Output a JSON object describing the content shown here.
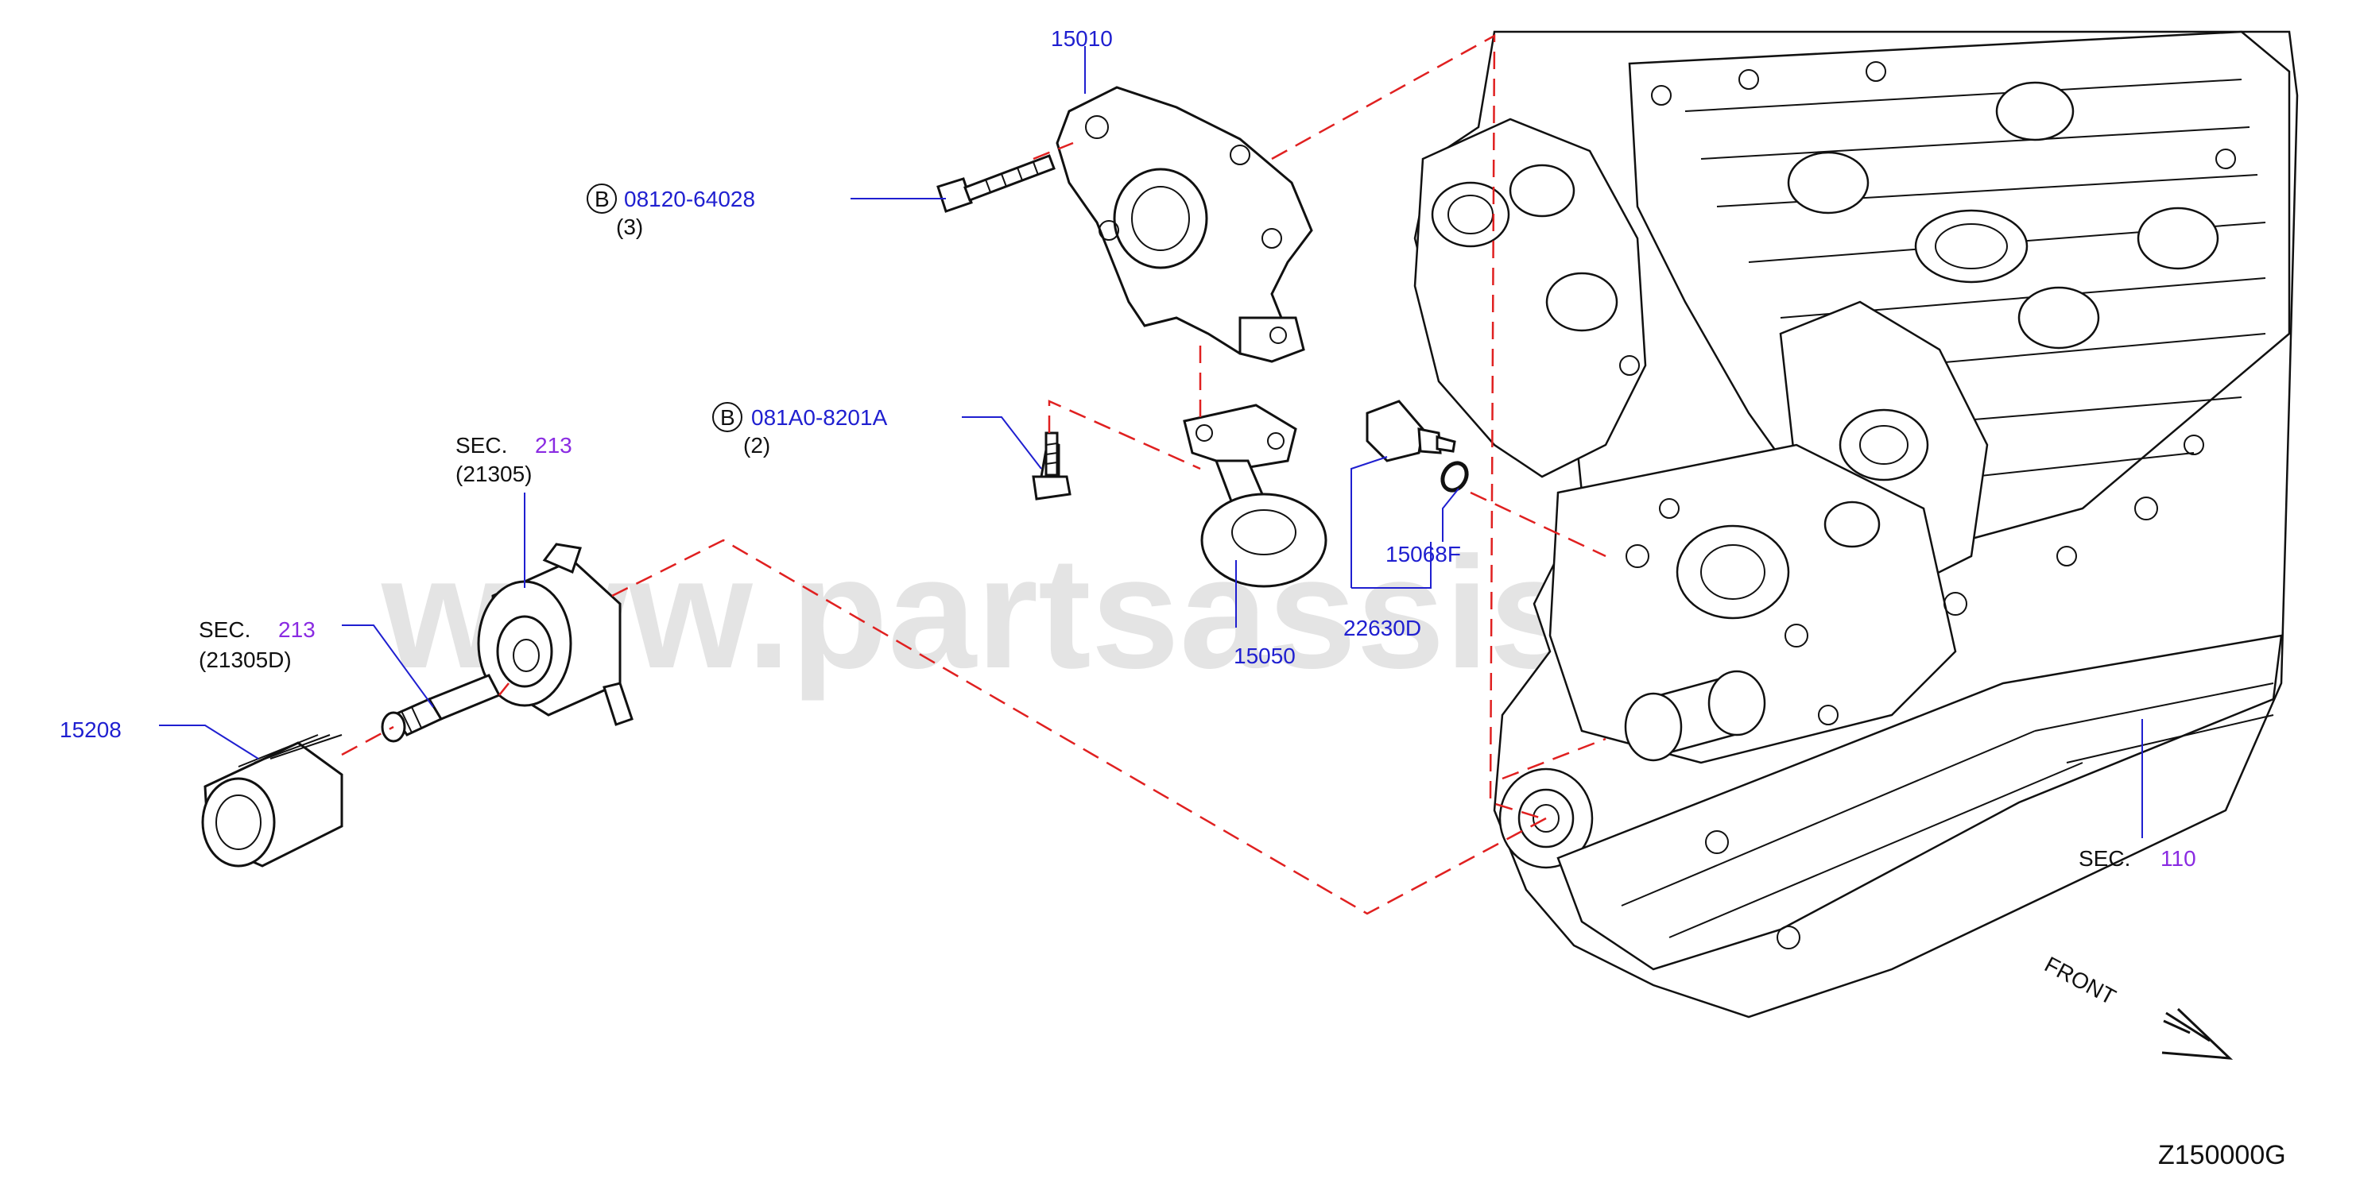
{
  "diagram_id": "Z150000G",
  "watermark": "www.partsassistant.com",
  "front_label": "FRONT",
  "parts": {
    "p15010": "15010",
    "bolt1": {
      "circle": "B",
      "number": "08120-64028",
      "qty": "(3)"
    },
    "bolt2": {
      "circle": "B",
      "number": "081A0-8201A",
      "qty": "(2)"
    },
    "p15050": "15050",
    "p15068F": "15068F",
    "p22630D": "22630D",
    "p15208": "15208",
    "sec213a": {
      "sec": "SEC.",
      "num": "213",
      "sub": "(21305)"
    },
    "sec213b": {
      "sec": "SEC.",
      "num": "213",
      "sub": "(21305D)"
    },
    "sec110": {
      "sec": "SEC.",
      "num": "110"
    }
  }
}
